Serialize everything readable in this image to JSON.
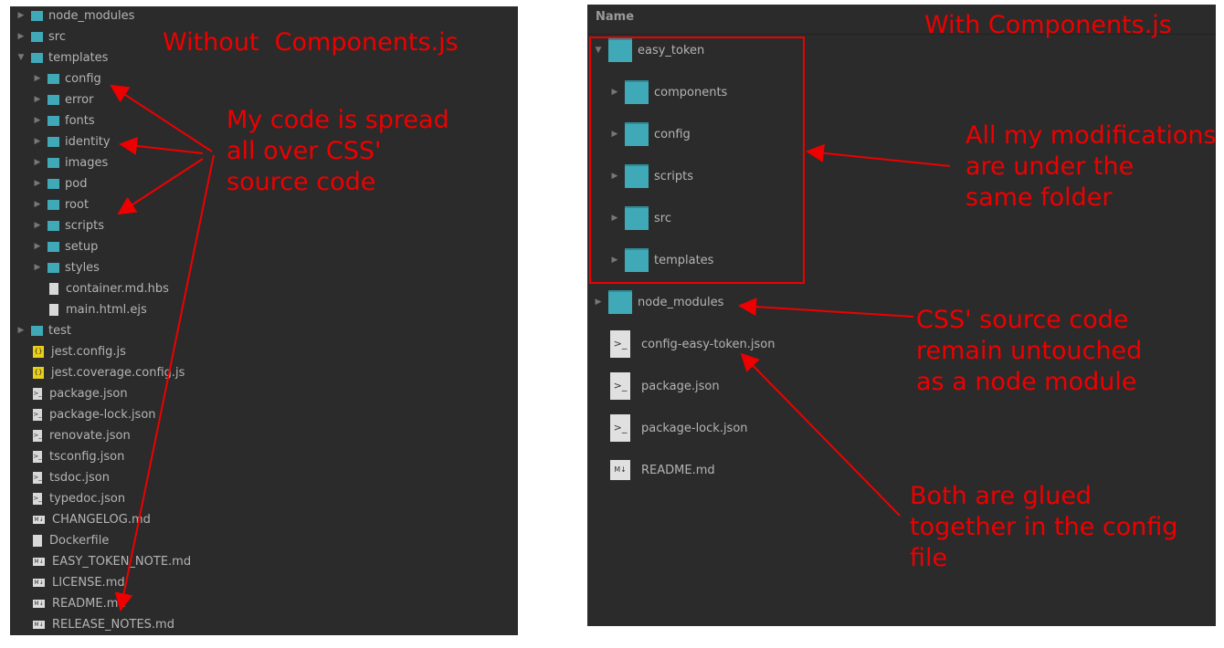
{
  "left_tree": [
    {
      "label": "node_modules",
      "type": "folder",
      "depth": 0,
      "state": "collapsed"
    },
    {
      "label": "src",
      "type": "folder",
      "depth": 0,
      "state": "collapsed"
    },
    {
      "label": "templates",
      "type": "folder",
      "depth": 0,
      "state": "expanded"
    },
    {
      "label": "config",
      "type": "folder",
      "depth": 1,
      "state": "collapsed"
    },
    {
      "label": "error",
      "type": "folder",
      "depth": 1,
      "state": "collapsed"
    },
    {
      "label": "fonts",
      "type": "folder",
      "depth": 1,
      "state": "collapsed"
    },
    {
      "label": "identity",
      "type": "folder",
      "depth": 1,
      "state": "collapsed"
    },
    {
      "label": "images",
      "type": "folder",
      "depth": 1,
      "state": "collapsed"
    },
    {
      "label": "pod",
      "type": "folder",
      "depth": 1,
      "state": "collapsed"
    },
    {
      "label": "root",
      "type": "folder",
      "depth": 1,
      "state": "collapsed"
    },
    {
      "label": "scripts",
      "type": "folder",
      "depth": 1,
      "state": "collapsed"
    },
    {
      "label": "setup",
      "type": "folder",
      "depth": 1,
      "state": "collapsed"
    },
    {
      "label": "styles",
      "type": "folder",
      "depth": 1,
      "state": "collapsed"
    },
    {
      "label": "container.md.hbs",
      "type": "file",
      "depth": 1
    },
    {
      "label": "main.html.ejs",
      "type": "file",
      "depth": 1
    },
    {
      "label": "test",
      "type": "folder",
      "depth": 0,
      "state": "collapsed"
    },
    {
      "label": "jest.config.js",
      "type": "js",
      "depth": 0
    },
    {
      "label": "jest.coverage.config.js",
      "type": "js",
      "depth": 0
    },
    {
      "label": "package.json",
      "type": "json",
      "depth": 0
    },
    {
      "label": "package-lock.json",
      "type": "json",
      "depth": 0
    },
    {
      "label": "renovate.json",
      "type": "json",
      "depth": 0
    },
    {
      "label": "tsconfig.json",
      "type": "json",
      "depth": 0
    },
    {
      "label": "tsdoc.json",
      "type": "json",
      "depth": 0
    },
    {
      "label": "typedoc.json",
      "type": "json",
      "depth": 0
    },
    {
      "label": "CHANGELOG.md",
      "type": "md",
      "depth": 0
    },
    {
      "label": "Dockerfile",
      "type": "file",
      "depth": 0
    },
    {
      "label": "EASY_TOKEN_NOTE.md",
      "type": "md",
      "depth": 0
    },
    {
      "label": "LICENSE.md",
      "type": "md",
      "depth": 0
    },
    {
      "label": "README.md",
      "type": "md",
      "depth": 0
    },
    {
      "label": "RELEASE_NOTES.md",
      "type": "md",
      "depth": 0
    }
  ],
  "right_header": "Name",
  "right_tree": [
    {
      "label": "easy_token",
      "type": "folder",
      "depth": 0,
      "state": "expanded"
    },
    {
      "label": "components",
      "type": "folder",
      "depth": 1,
      "state": "collapsed"
    },
    {
      "label": "config",
      "type": "folder",
      "depth": 1,
      "state": "collapsed"
    },
    {
      "label": "scripts",
      "type": "folder",
      "depth": 1,
      "state": "collapsed"
    },
    {
      "label": "src",
      "type": "folder",
      "depth": 1,
      "state": "collapsed"
    },
    {
      "label": "templates",
      "type": "folder",
      "depth": 1,
      "state": "collapsed"
    },
    {
      "label": "node_modules",
      "type": "folder",
      "depth": 0,
      "state": "collapsed"
    },
    {
      "label": "config-easy-token.json",
      "type": "json",
      "depth": 0
    },
    {
      "label": "package.json",
      "type": "json",
      "depth": 0
    },
    {
      "label": "package-lock.json",
      "type": "json",
      "depth": 0
    },
    {
      "label": "README.md",
      "type": "md",
      "depth": 0
    }
  ],
  "annotations": {
    "without": "Without  Components.js",
    "spread": "My code is spread\nall over CSS'\nsource code",
    "with": "With Components.js",
    "same_folder": "All my modifications\nare under the\nsame folder",
    "untouched": "CSS' source code\nremain untouched\nas a node module",
    "glued": "Both are glued\ntogether in the config\nfile"
  },
  "colors": {
    "annotation": "#ee0000",
    "folder": "#3fa9b8",
    "panel": "#2b2b2b"
  }
}
